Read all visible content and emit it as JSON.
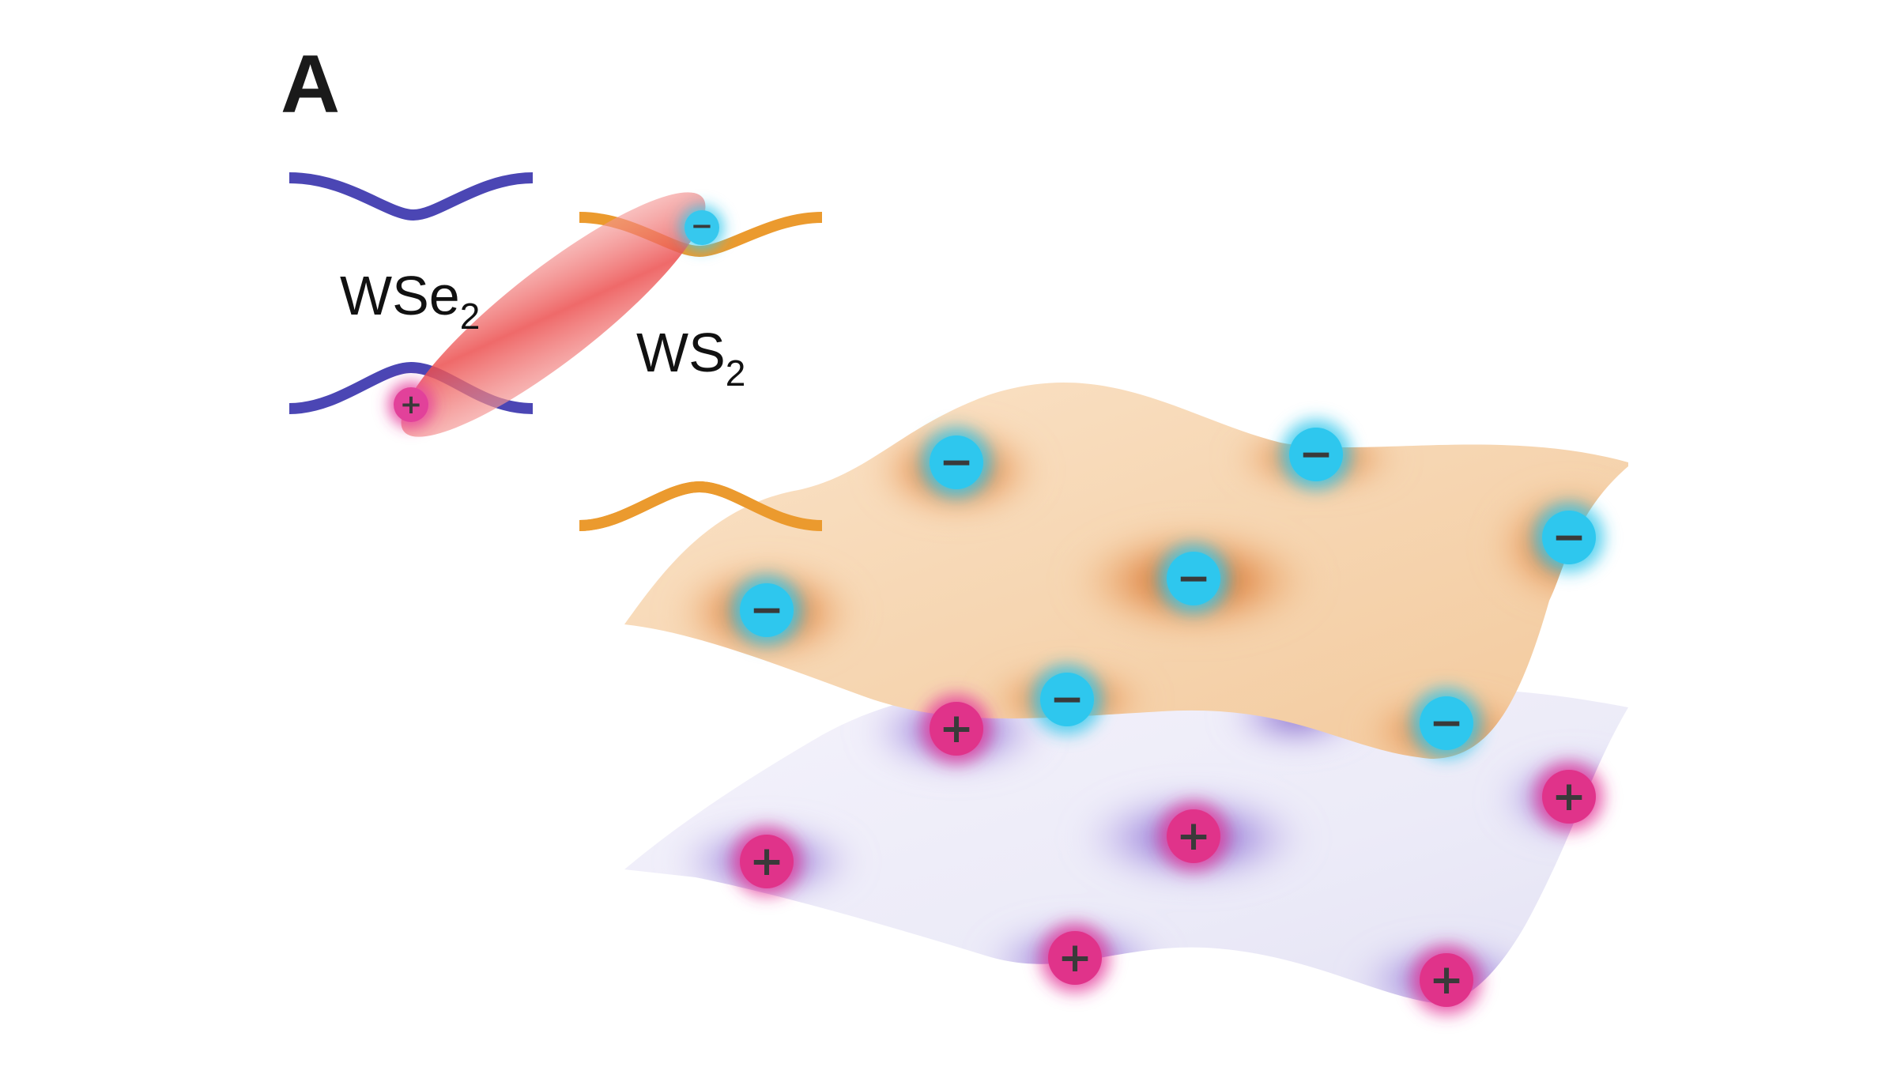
{
  "panel_label": "A",
  "materials": {
    "hole_layer": {
      "base": "WSe",
      "subscript": "2"
    },
    "electron_layer": {
      "base": "WS",
      "subscript": "2"
    }
  },
  "charges": {
    "electron_sign": "−",
    "hole_sign": "+"
  },
  "colors": {
    "wse2_band": "#4b46b4",
    "ws2_band": "#eb9a2e",
    "electron": "#2ec7ee",
    "hole": "#e0338a",
    "exciton": "#ee5a5a",
    "upper_sheet": "#e79a55",
    "lower_sheet": "#7a55c8"
  },
  "icons": {
    "electron": "electron-minus-icon",
    "hole": "hole-plus-icon"
  }
}
